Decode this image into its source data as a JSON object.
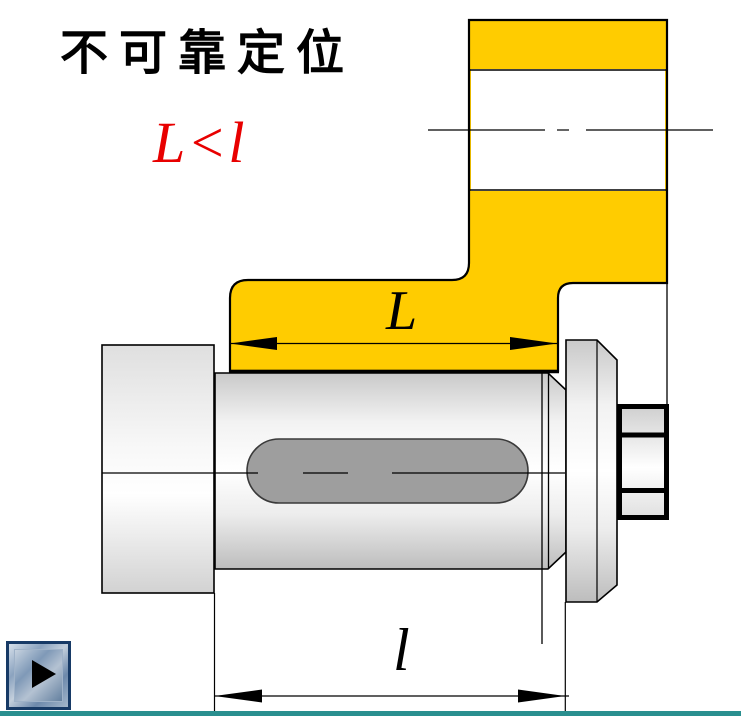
{
  "slide": {
    "title": "不可靠定位",
    "formula": "L<l"
  },
  "diagram": {
    "dimension_labels": {
      "clamp_length": "L",
      "shaft_length": "l"
    },
    "colors": {
      "workpiece_yellow": "#ffcc00",
      "formula_red": "#e80000",
      "keyway_gray": "#9e9e9e",
      "outline_black": "#000000",
      "footer_teal": "#2a8f8f",
      "play_button_navy": "#173a66"
    },
    "parts": [
      "workpiece-plate-with-hole",
      "clamp-arm",
      "shaft-shoulder-block",
      "shaft",
      "keyway-slot",
      "washer",
      "hex-nut"
    ]
  },
  "controls": {
    "play_button_icon": "play-icon"
  }
}
